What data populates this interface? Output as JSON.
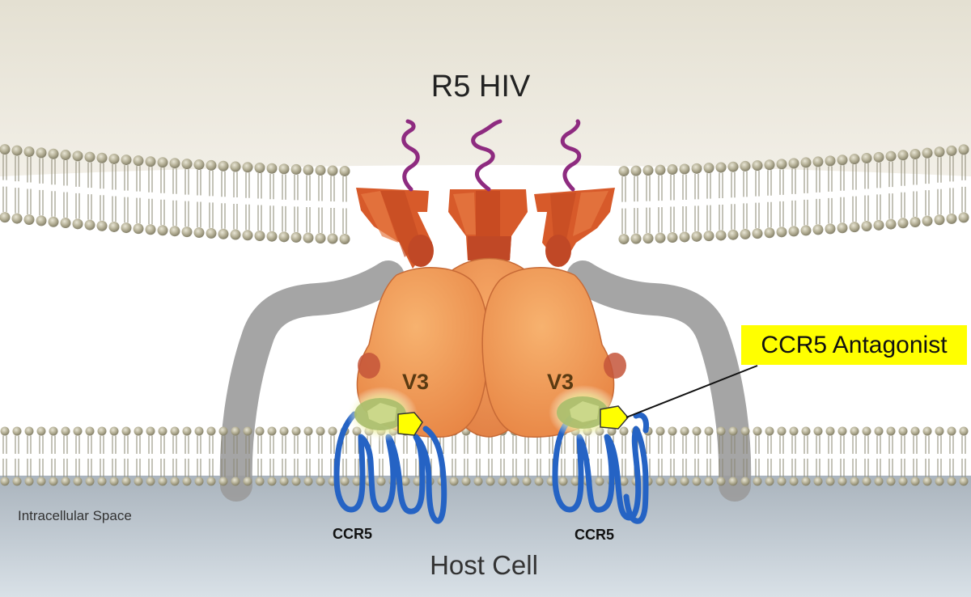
{
  "labels": {
    "title": "R5 HIV",
    "host_cell": "Host Cell",
    "intracellular_space": "Intracellular Space",
    "v3_left": "V3",
    "v3_right": "V3",
    "ccr5_left": "CCR5",
    "ccr5_right": "CCR5",
    "antagonist": "CCR5 Antagonist"
  },
  "colors": {
    "virus_env": "#ede9dd",
    "host_interior": "#c1cbd4",
    "lipid_head": "#aea98e",
    "gp120": "#f29c5a",
    "gp41": "#d75a2a",
    "ccr5": "#2563c4",
    "cd4": "#9a9a9a",
    "glycan": "#8e2b80",
    "antagonist": "#ffff00"
  }
}
